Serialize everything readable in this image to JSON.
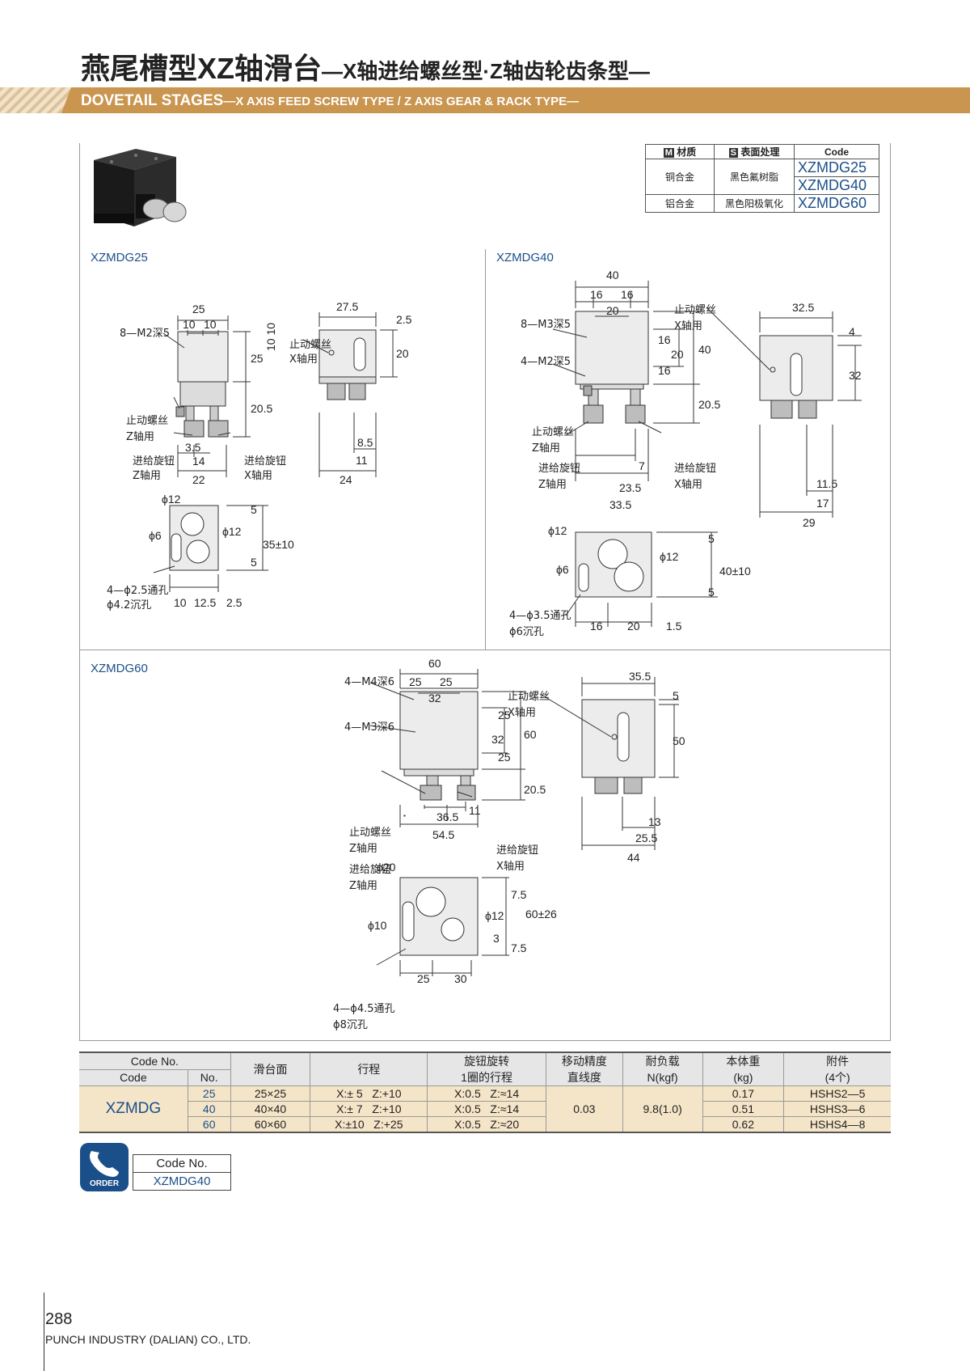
{
  "header": {
    "title_cn": "燕尾槽型XZ轴滑台",
    "title_cn_sub": "—X轴进给螺丝型·Z轴齿轮齿条型—",
    "title_en": "DOVETAIL STAGES",
    "title_en_sub": "—X AXIS FEED SCREW TYPE / Z AXIS GEAR & RACK TYPE—",
    "accent_color": "#c9954f"
  },
  "material_table": {
    "h_material": "材质",
    "h_material_tag": "M",
    "h_surface": "表面处理",
    "h_surface_tag": "S",
    "h_code": "Code",
    "row1_material": "铜合金",
    "row1_surface": "黑色氟树脂",
    "row1_code_a": "XZMDG25",
    "row1_code_b": "XZMDG40",
    "row2_material": "铝合金",
    "row2_surface": "黑色阳极氧化",
    "row2_code": "XZMDG60"
  },
  "models": {
    "m25": "XZMDG25",
    "m40": "XZMDG40",
    "m60": "XZMDG60"
  },
  "notes": {
    "stop_screw": "止动螺丝",
    "x_axis": "X轴用",
    "z_axis": "Z轴用",
    "feed_knob": "进给旋钮",
    "m2_8": "8—M2深5",
    "m3_8": "8—M3深5",
    "m2_4": "4—M2深5",
    "m4_4": "4—M4深6",
    "m3_4": "4—M3深6",
    "h25_a": "4—ϕ2.5通孔",
    "h25_b": "ϕ4.2沉孔",
    "h35_a": "4—ϕ3.5通孔",
    "h35_b": "ϕ6沉孔",
    "h45_a": "4—ϕ4.5通孔",
    "h45_b": "ϕ8沉孔"
  },
  "spec_table": {
    "h_code_no": "Code No.",
    "h_code": "Code",
    "h_no": "No.",
    "h_surface": "滑台面",
    "h_travel": "行程",
    "h_knob": "旋钮旋转",
    "h_knob2": "1圈的行程",
    "h_accuracy": "移动精度",
    "h_accuracy2": "直线度",
    "h_load": "耐负载",
    "h_load2": "N(kgf)",
    "h_weight": "本体重",
    "h_weight2": "(kg)",
    "h_acc": "附件",
    "h_acc2": "(4个)",
    "code": "XZMDG",
    "accuracy": "0.03",
    "load": "9.8(1.0)",
    "rows": [
      {
        "no": "25",
        "surface": "25×25",
        "travel": "X:± 5   Z:+10",
        "knob": "X:0.5   Z:≈14",
        "weight": "0.17",
        "acc": "HSHS2—5"
      },
      {
        "no": "40",
        "surface": "40×40",
        "travel": "X:± 7   Z:+10",
        "knob": "X:0.5   Z:≈14",
        "weight": "0.51",
        "acc": "HSHS3—6"
      },
      {
        "no": "60",
        "surface": "60×60",
        "travel": "X:±10   Z:+25",
        "knob": "X:0.5   Z:≈20",
        "weight": "0.62",
        "acc": "HSHS4—8"
      }
    ]
  },
  "order": {
    "badge": "ORDER",
    "label": "Code No.",
    "value": "XZMDG40"
  },
  "footer": {
    "page": "288",
    "company": "PUNCH INDUSTRY (DALIAN) CO., LTD."
  }
}
